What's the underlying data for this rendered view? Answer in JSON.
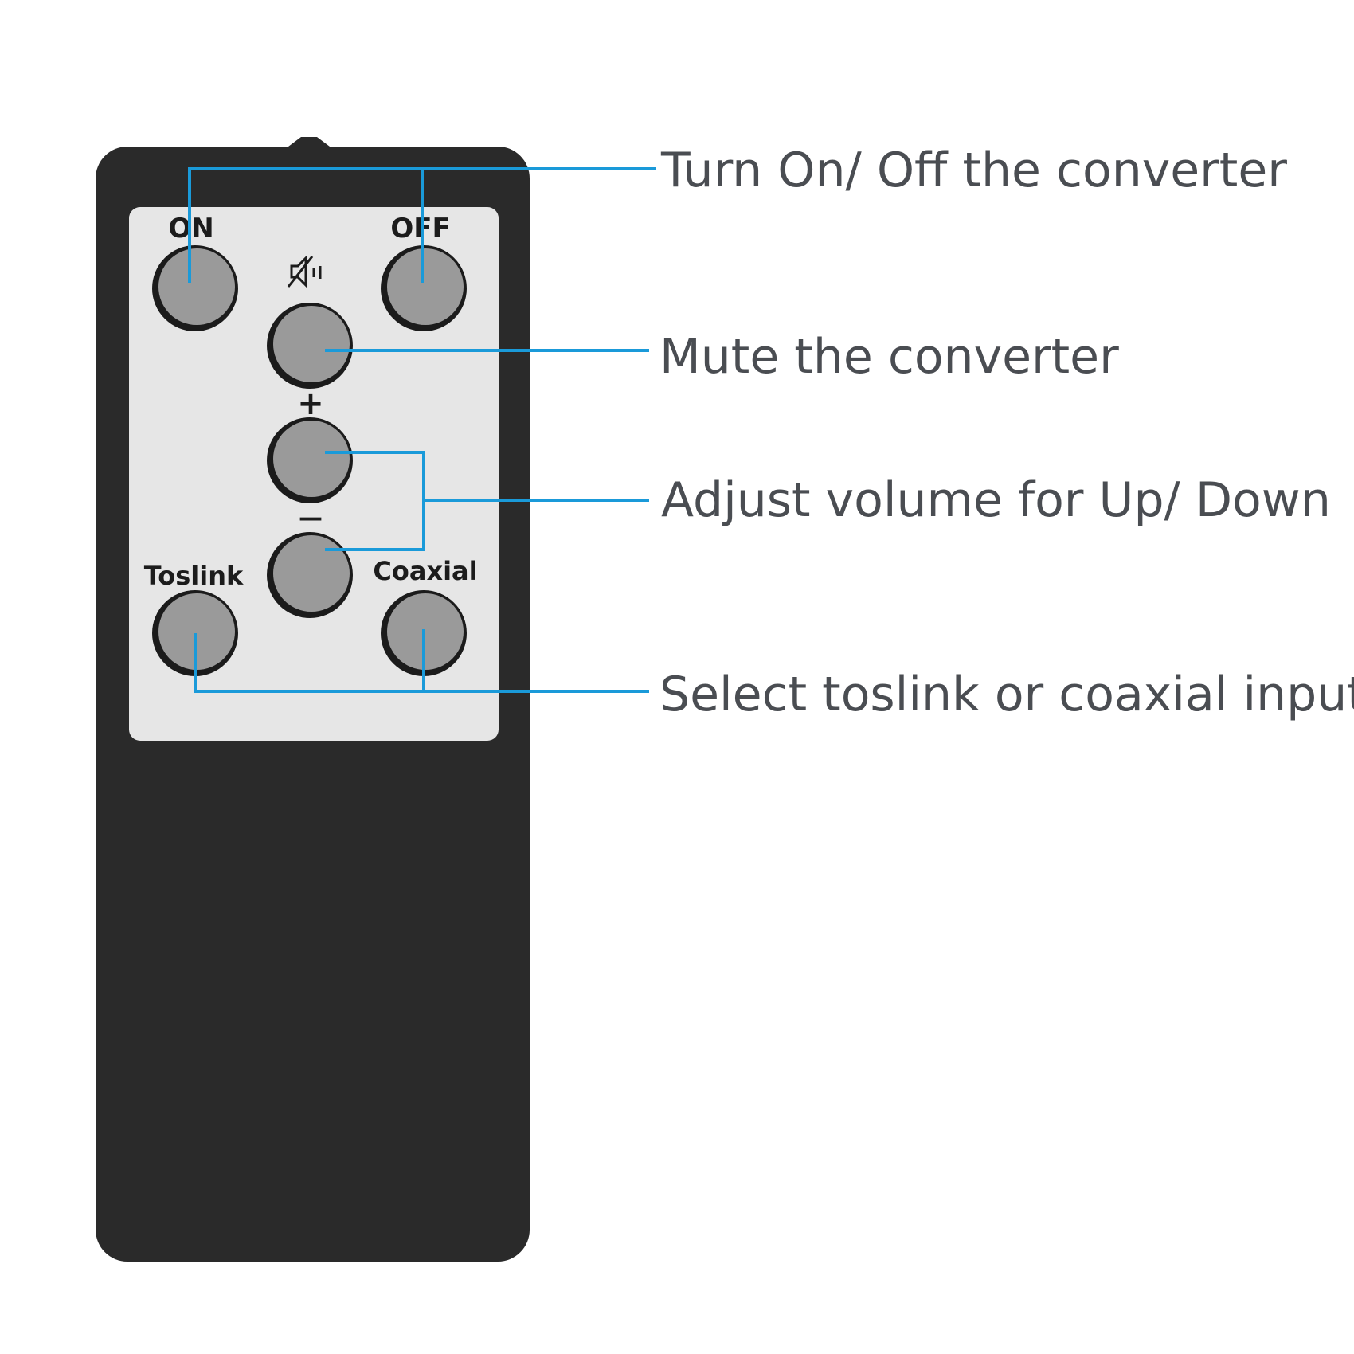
{
  "remote": {
    "button_labels": {
      "on": "ON",
      "off": "OFF",
      "plus": "+",
      "minus": "—",
      "toslink": "Toslink",
      "coaxial": "Coaxial"
    },
    "mute_icon": "speaker-mute-icon"
  },
  "callouts": [
    {
      "text": "Turn On/ Off the converter"
    },
    {
      "text": "Mute the converter"
    },
    {
      "text": "Adjust volume for Up/ Down"
    },
    {
      "text": "Select toslink or coaxial input"
    }
  ],
  "colors": {
    "remote_body": "#2a2a2a",
    "face_plate": "#e6e6e6",
    "button_face": "#9a9a9a",
    "button_ring": "#1b1b1b",
    "leader_line": "#1a9ad9",
    "callout_text": "#4a4d52"
  }
}
